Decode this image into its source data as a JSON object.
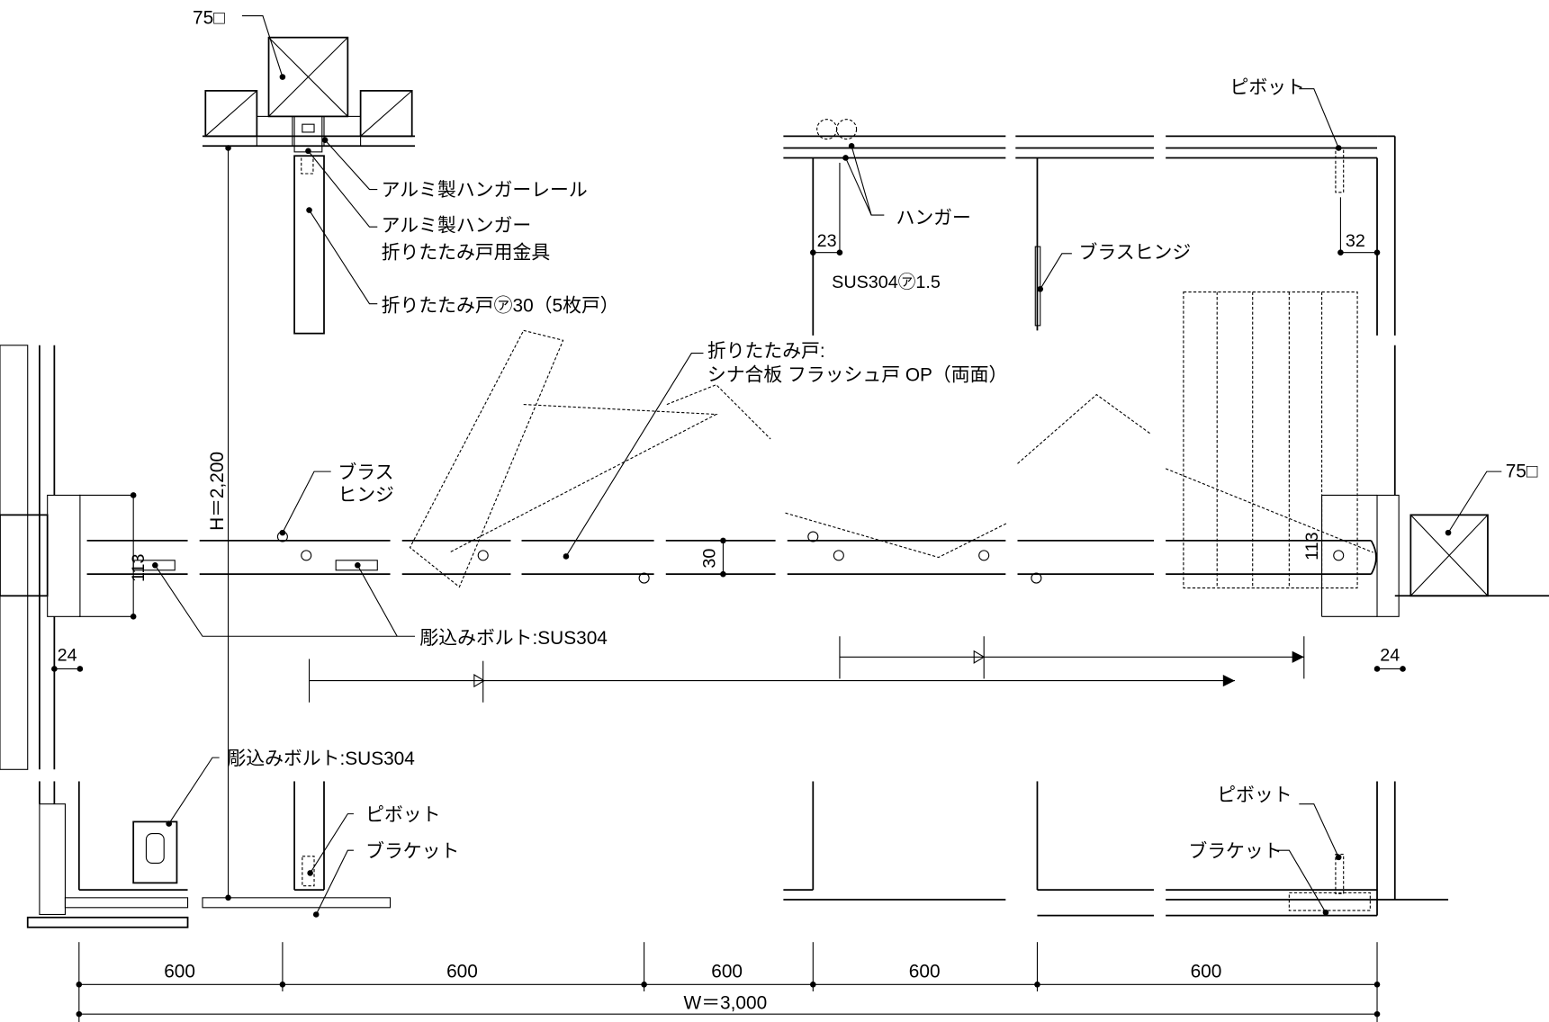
{
  "labels": {
    "post_size_top": "75□",
    "post_size_right": "75□",
    "hanger_rail": "アルミ製ハンガーレール",
    "hanger_line1": "アルミ製ハンガー",
    "hanger_line2": "折りたたみ戸用金具",
    "door_spec": "折りたたみ戸㋐30（5枚戸）",
    "hanger": "ハンガー",
    "sus_plate": "SUS304㋐1.5",
    "pivot_top": "ピボット",
    "brass_hinge_right": "ブラスヒンジ",
    "door_material_line1": "折りたたみ戸:",
    "door_material_line2": "シナ合板 フラッシュ戸 OP（両面）",
    "brass_hinge_left_line1": "ブラス",
    "brass_hinge_left_line2": "ヒンジ",
    "flush_bolt_plan": "彫込みボルト:SUS304",
    "flush_bolt_elev": "彫込みボルト:SUS304",
    "pivot_bottom_left": "ピボット",
    "bracket_left": "ブラケット",
    "pivot_bottom_right": "ピボット",
    "bracket_right": "ブラケット",
    "height": "H＝2,200"
  },
  "dimensions": {
    "d23": "23",
    "d32": "32",
    "d113_left": "113",
    "d113_right": "113",
    "d30": "30",
    "d24_left": "24",
    "d24_right": "24",
    "panel_widths": [
      "600",
      "600",
      "600",
      "600",
      "600"
    ],
    "total_width": "W＝3,000"
  }
}
